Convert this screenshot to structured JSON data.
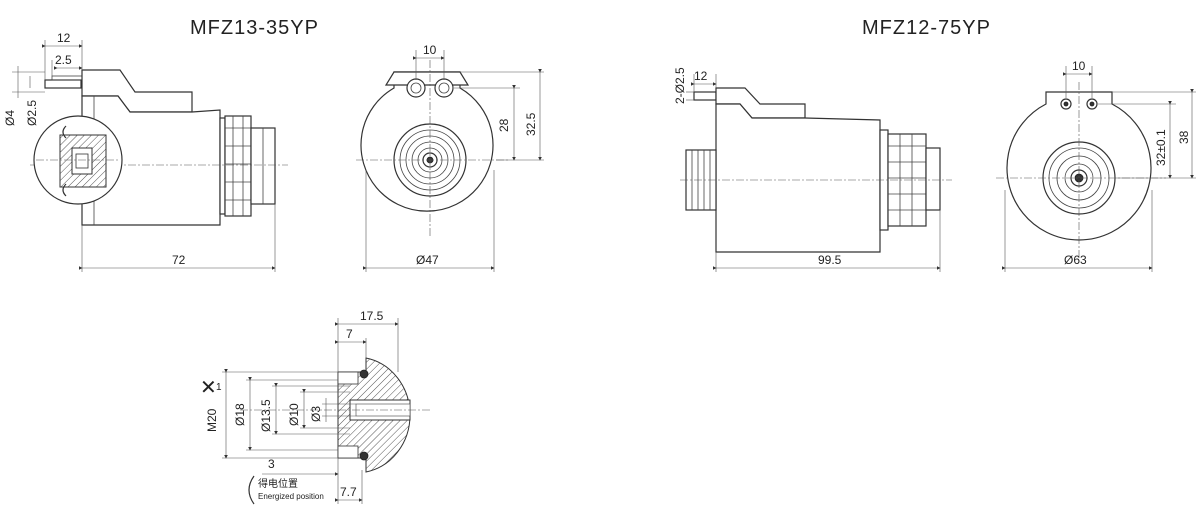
{
  "titles": {
    "left": "MFZ13-35YP",
    "right": "MFZ12-75YP"
  },
  "mfz13": {
    "side": {
      "d12": "12",
      "d2_5": "2.5",
      "dia4": "Ø4",
      "dia2_5": "Ø2.5",
      "len72": "72"
    },
    "front": {
      "d10": "10",
      "d28": "28",
      "d32_5": "32.5",
      "dia47": "Ø47"
    }
  },
  "mfz12": {
    "side": {
      "pins": "2-Ø2.5",
      "d12": "12",
      "len99_5": "99.5"
    },
    "front": {
      "d10": "10",
      "d32": "32±0.1",
      "d38": "38",
      "dia63": "Ø63"
    }
  },
  "detail": {
    "d17_5": "17.5",
    "d7": "7",
    "thread": "M20",
    "thread_pitch": "1",
    "dia18": "Ø18",
    "dia13_5": "Ø13.5",
    "dia10": "Ø10",
    "dia3": "Ø3",
    "d3": "3",
    "d7_7": "7.7",
    "energized_cn": "得电位置",
    "energized_en": "Energized position"
  }
}
